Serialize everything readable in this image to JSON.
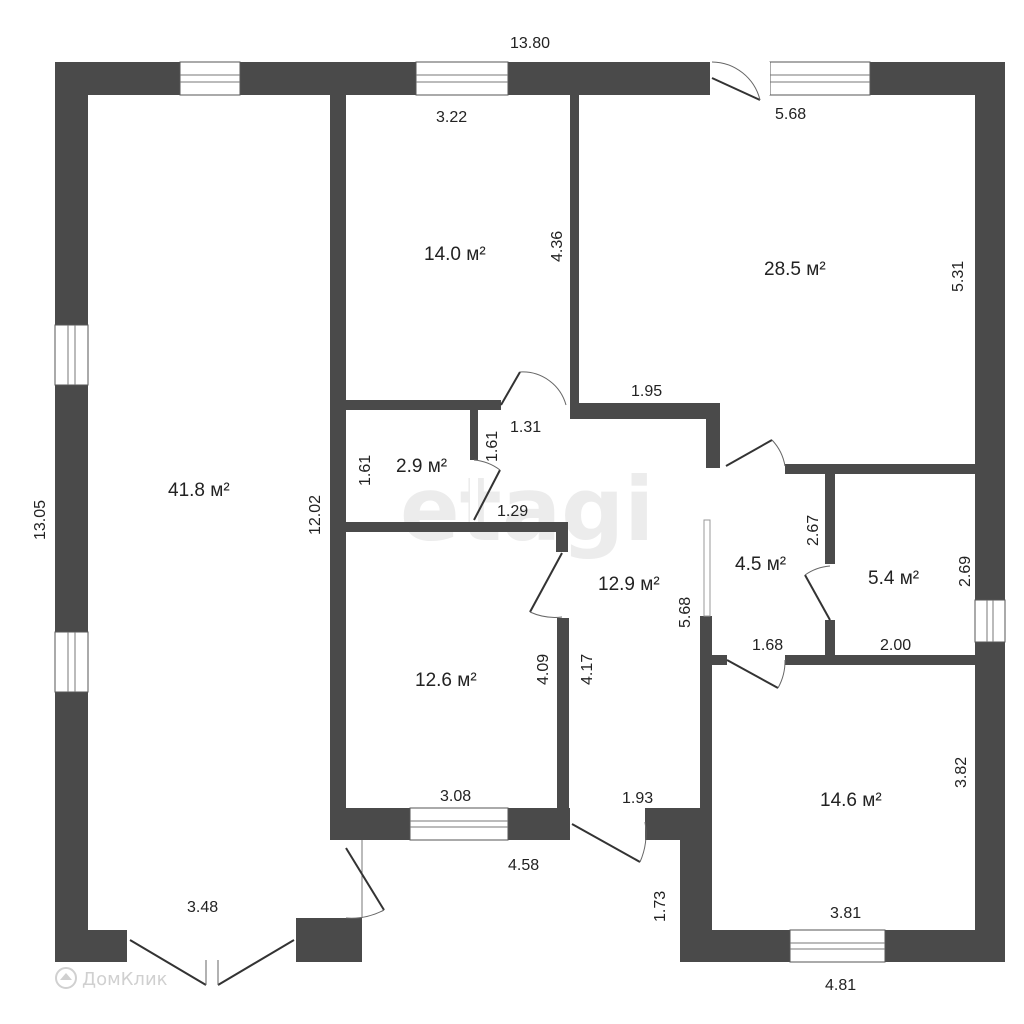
{
  "floor_plan": {
    "rooms": [
      {
        "id": "living",
        "area": "41.8 м²"
      },
      {
        "id": "room-top-mid",
        "area": "14.0 м²"
      },
      {
        "id": "room-top-right",
        "area": "28.5 м²"
      },
      {
        "id": "storage",
        "area": "2.9 м²"
      },
      {
        "id": "room-mid",
        "area": "12.6 м²"
      },
      {
        "id": "hall",
        "area": "12.9 м²"
      },
      {
        "id": "bath-small",
        "area": "4.5 м²"
      },
      {
        "id": "bath",
        "area": "5.4 м²"
      },
      {
        "id": "room-bottom-right",
        "area": "14.6 м²"
      }
    ],
    "dimensions": {
      "top_total": "13.80",
      "left_total": "13.05",
      "top_mid_width": "3.22",
      "top_right_width": "5.68",
      "top_mid_height": "4.36",
      "top_right_height": "5.31",
      "corridor_1_95": "1.95",
      "living_height": "12.02",
      "storage_height_left": "1.61",
      "storage_height_right": "1.61",
      "storage_top": "1.31",
      "storage_bottom": "1.29",
      "hall_height": "5.68",
      "bath_small_height": "2.67",
      "bath_height": "2.69",
      "bath_small_width": "1.68",
      "bath_width": "2.00",
      "room_mid_height": "4.09",
      "hall_lower_height": "4.17",
      "room_mid_width": "3.08",
      "hall_width": "1.93",
      "bottom_mid_outer": "4.58",
      "living_width": "3.48",
      "entry_depth": "1.73",
      "room_br_height": "3.82",
      "room_br_width": "3.81",
      "bottom_right_outer": "4.81"
    },
    "watermark": "etagi",
    "logo_text": "ДомКлик"
  }
}
